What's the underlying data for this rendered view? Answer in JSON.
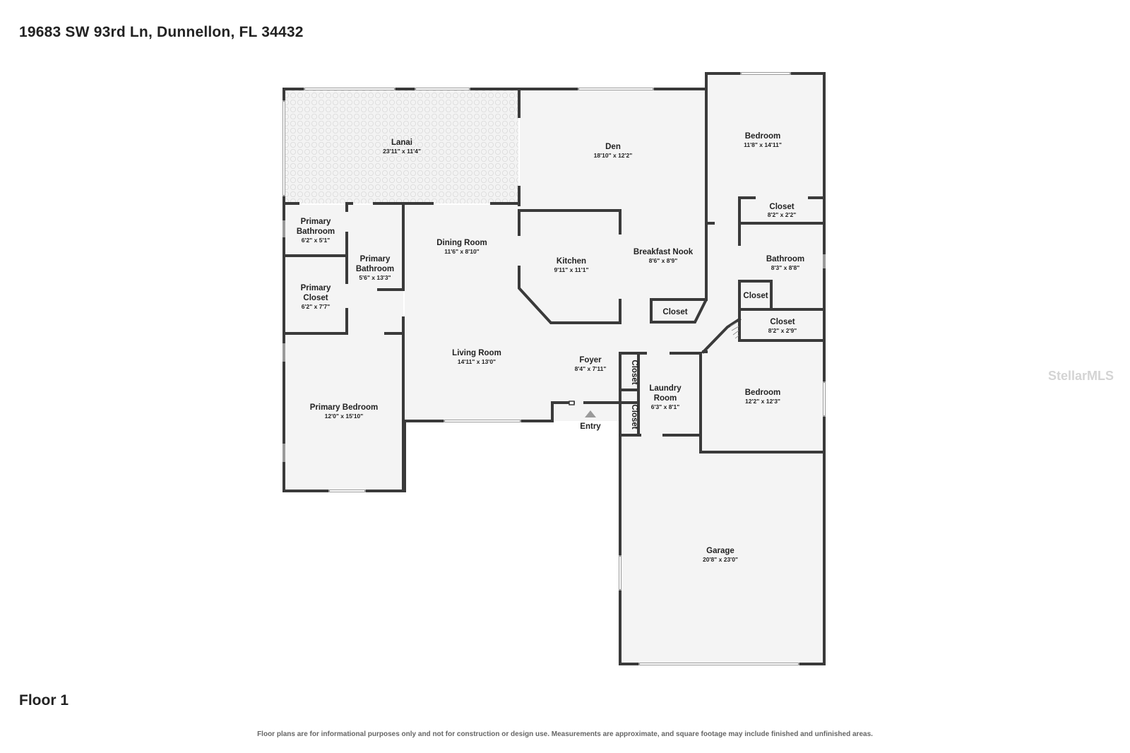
{
  "header": {
    "address": "19683 SW 93rd Ln, Dunnellon, FL 34432"
  },
  "footer": {
    "floor": "Floor 1",
    "disclaimer": "Floor plans are for informational purposes only and not for construction or design use. Measurements are approximate, and square footage may include finished and unfinished areas.",
    "watermark": "StellarMLS"
  },
  "rooms": {
    "lanai": {
      "name": "Lanai",
      "dims": "23'11\" x 11'4\""
    },
    "den": {
      "name": "Den",
      "dims": "18'10\" x 12'2\""
    },
    "bedroom_1": {
      "name": "Bedroom",
      "dims": "11'8\" x 14'11\""
    },
    "closet_1": {
      "name": "Closet",
      "dims": "8'2\" x 2'2\""
    },
    "primary_bathroom_1": {
      "name_line1": "Primary",
      "name_line2": "Bathroom",
      "dims": "6'2\" x 5'1\""
    },
    "primary_bathroom_2": {
      "name_line1": "Primary",
      "name_line2": "Bathroom",
      "dims": "5'6\" x 13'3\""
    },
    "dining_room": {
      "name": "Dining Room",
      "dims": "11'6\" x 8'10\""
    },
    "kitchen": {
      "name": "Kitchen",
      "dims": "9'11\" x 11'1\""
    },
    "breakfast_nook": {
      "name": "Breakfast Nook",
      "dims": "8'6\" x 8'9\""
    },
    "bathroom": {
      "name": "Bathroom",
      "dims": "8'3\" x 8'8\""
    },
    "primary_closet": {
      "name_line1": "Primary",
      "name_line2": "Closet",
      "dims": "6'2\" x 7'7\""
    },
    "closet_nook": {
      "name": "Closet"
    },
    "closet_bath": {
      "name": "Closet"
    },
    "closet_2": {
      "name": "Closet",
      "dims": "8'2\" x 2'9\""
    },
    "living_room": {
      "name": "Living Room",
      "dims": "14'11\" x 13'0\""
    },
    "foyer": {
      "name": "Foyer",
      "dims": "8'4\" x 7'11\""
    },
    "closet_foyer_upper": {
      "name": "Closet"
    },
    "closet_foyer_lower": {
      "name": "Closet"
    },
    "laundry_room": {
      "name_line1": "Laundry",
      "name_line2": "Room",
      "dims": "6'3\" x 8'1\""
    },
    "bedroom_2": {
      "name": "Bedroom",
      "dims": "12'2\" x 12'3\""
    },
    "primary_bedroom": {
      "name": "Primary Bedroom",
      "dims": "12'0\" x 15'10\""
    },
    "garage": {
      "name": "Garage",
      "dims": "20'8\" x 23'0\""
    },
    "entry": {
      "name": "Entry"
    }
  }
}
